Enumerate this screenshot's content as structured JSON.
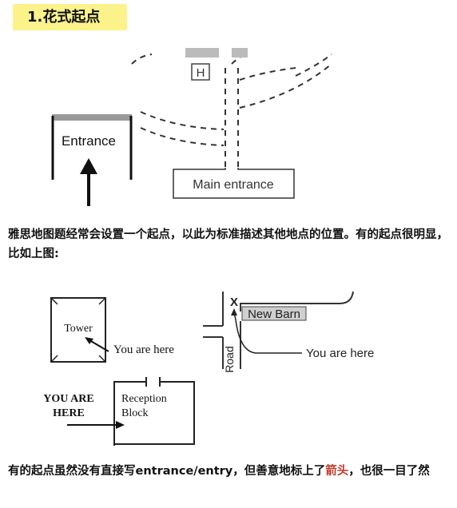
{
  "heading": "1.花式起点",
  "figure1": {
    "h_label": "H",
    "entrance_label": "Entrance",
    "main_entrance_label": "Main entrance"
  },
  "paragraph1": "雅思地图题经常会设置一个起点，以此为标准描述其他地点的位置。有的起点很明显，比如上图:",
  "figure2": {
    "tower_label": "Tower",
    "you_are_here_1": "You are here",
    "you_are_here_2": "YOU ARE",
    "here_2": "HERE",
    "reception_line1": "Reception",
    "reception_line2": "Block",
    "x_mark": "X",
    "new_barn_label": "New Barn",
    "road_label": "Road",
    "you_are_here_3": "You are here"
  },
  "paragraph2": {
    "before": "有的起点虽然没有直接写entrance/entry，但善意地标上了",
    "highlight": "箭头",
    "after": "，也很一目了然"
  },
  "colors": {
    "highlight_bg": "#fbf38a",
    "arrow_word": "#c0392b"
  }
}
